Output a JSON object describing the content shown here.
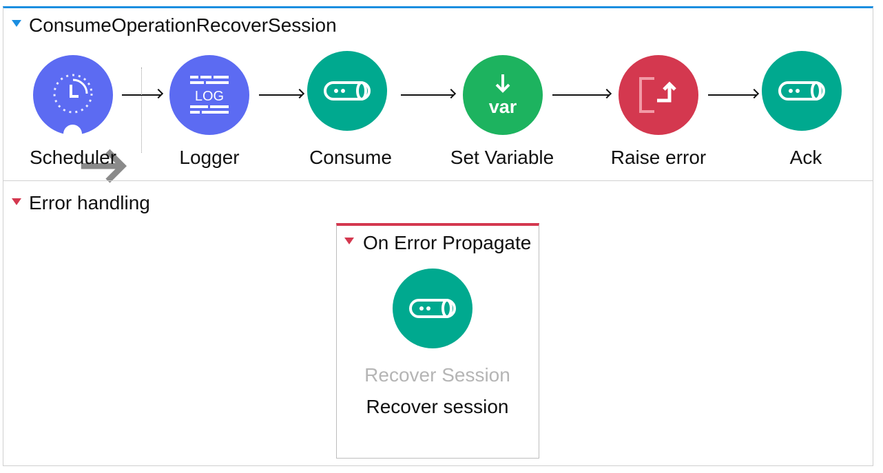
{
  "flow": {
    "title": "ConsumeOperationRecoverSession",
    "nodes": [
      {
        "label": "Scheduler",
        "icon": "clock-icon",
        "color": "#5c6bf2"
      },
      {
        "label": "Logger",
        "icon": "log-icon",
        "color": "#5c6bf2"
      },
      {
        "label": "Consume",
        "icon": "queue-icon",
        "color": "#00a98f"
      },
      {
        "label": "Set Variable",
        "icon": "var-icon",
        "color": "#1db35f"
      },
      {
        "label": "Raise error",
        "icon": "raise-error-icon",
        "color": "#d4384f"
      },
      {
        "label": "Ack",
        "icon": "queue-icon",
        "color": "#00a98f"
      }
    ]
  },
  "error_handling": {
    "title": "Error handling",
    "handler": {
      "title": "On Error Propagate",
      "node": {
        "sublabel": "Recover Session",
        "label": "Recover session",
        "icon": "queue-icon",
        "color": "#00a98f"
      }
    }
  },
  "colors": {
    "accent_blue": "#1b8ee0",
    "error_red": "#d4384f"
  }
}
